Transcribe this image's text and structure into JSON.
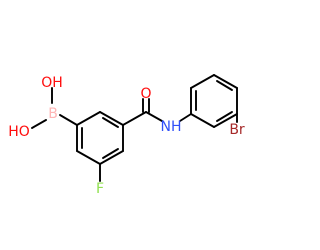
{
  "molecule": {
    "atoms": {
      "oh_top": {
        "text": "OH",
        "color": "#ff0d0d"
      },
      "ho_left": {
        "text": "HO",
        "color": "#ff0d0d"
      },
      "boron": {
        "text": "B",
        "color": "#ffb5b5"
      },
      "oxygen": {
        "text": "O",
        "color": "#ff0d0d"
      },
      "nh": {
        "text": "NH",
        "color": "#3050f8"
      },
      "fluorine": {
        "text": "F",
        "color": "#90e050"
      },
      "bromine": {
        "text": "Br",
        "color": "#a62929"
      }
    },
    "bond_color": "#000000",
    "background": "#ffffff"
  }
}
